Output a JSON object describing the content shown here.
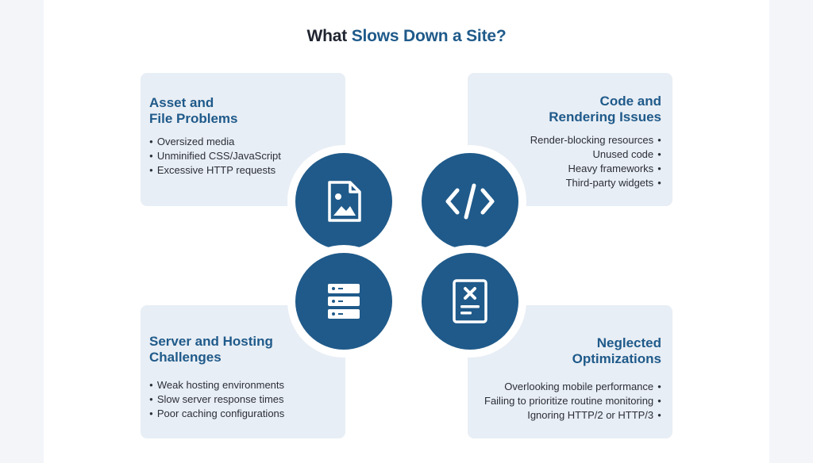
{
  "title": {
    "prefix": "What",
    "highlight": "Slows Down a Site?"
  },
  "colors": {
    "accent": "#1f5a8a",
    "card_bg": "#e8eef5",
    "text": "#2b2f38"
  },
  "quadrants": {
    "top_left": {
      "heading": "Asset and\nFile Problems",
      "icon": "image-file-icon",
      "items": [
        "Oversized media",
        "Unminified CSS/JavaScript",
        "Excessive HTTP requests"
      ]
    },
    "top_right": {
      "heading": "Code and\nRendering Issues",
      "icon": "code-icon",
      "items": [
        "Render-blocking resources",
        "Unused code",
        "Heavy frameworks",
        "Third-party widgets"
      ]
    },
    "bottom_left": {
      "heading": "Server and Hosting\nChallenges",
      "icon": "server-icon",
      "items": [
        "Weak hosting environments",
        "Slow server response times",
        "Poor caching configurations"
      ]
    },
    "bottom_right": {
      "heading": "Neglected\nOptimizations",
      "icon": "error-document-icon",
      "items": [
        "Overlooking mobile performance",
        "Failing to prioritize routine monitoring",
        "Ignoring HTTP/2 or HTTP/3"
      ]
    }
  }
}
